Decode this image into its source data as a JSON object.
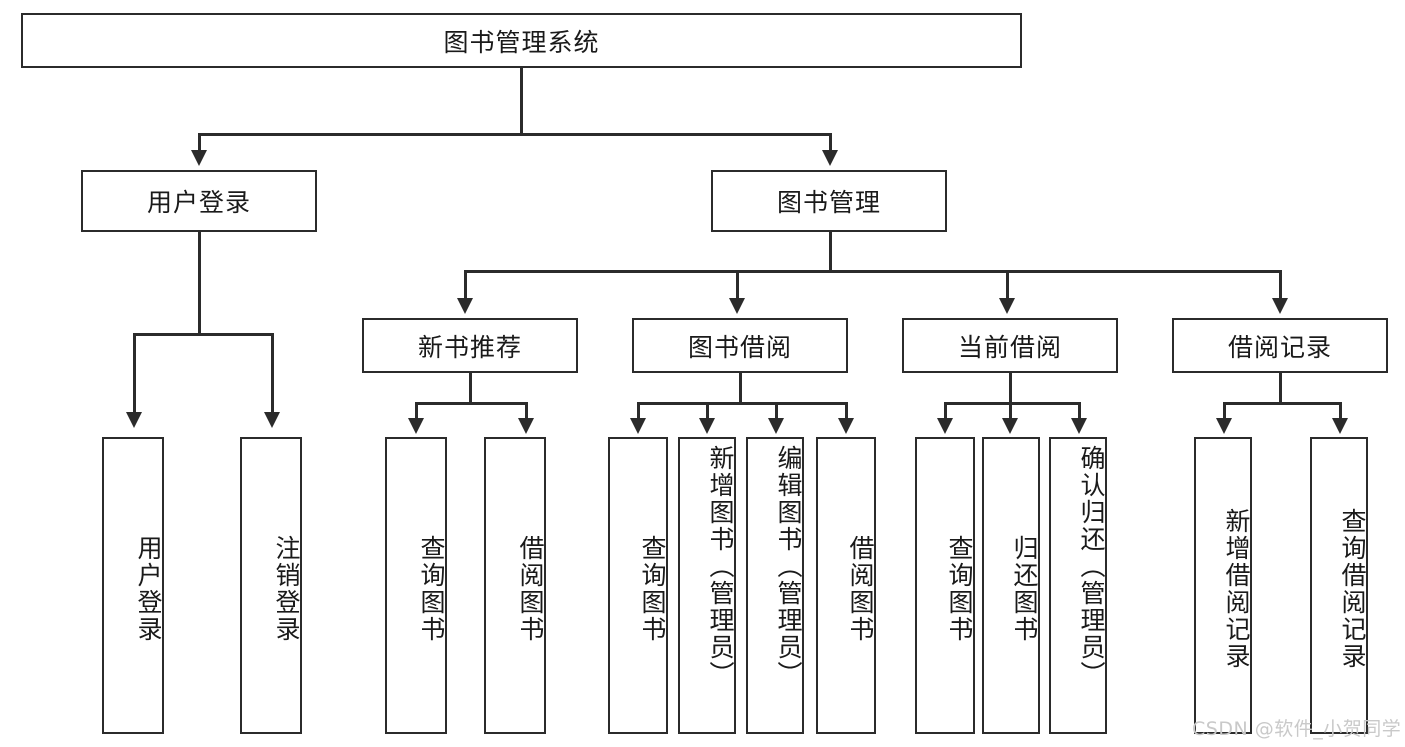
{
  "diagram": {
    "type": "tree",
    "title": "图书管理系统",
    "root": {
      "label": "图书管理系统"
    },
    "level1": [
      {
        "label": "用户登录"
      },
      {
        "label": "图书管理"
      }
    ],
    "level2": [
      {
        "label": "新书推荐"
      },
      {
        "label": "图书借阅"
      },
      {
        "label": "当前借阅"
      },
      {
        "label": "借阅记录"
      }
    ],
    "leaves": {
      "user_login": [
        {
          "label": "用户登录"
        },
        {
          "label": "注销登录"
        }
      ],
      "new_book_recommend": [
        {
          "label": "查询图书"
        },
        {
          "label": "借阅图书"
        }
      ],
      "book_borrow": [
        {
          "label": "查询图书"
        },
        {
          "label": "新增图书（管理员）"
        },
        {
          "label": "编辑图书（管理员）"
        },
        {
          "label": "借阅图书"
        }
      ],
      "current_borrow": [
        {
          "label": "查询图书"
        },
        {
          "label": "归还图书"
        },
        {
          "label": "确认归还（管理员）"
        }
      ],
      "borrow_record": [
        {
          "label": "新增借阅记录"
        },
        {
          "label": "查询借阅记录"
        }
      ]
    }
  },
  "watermark": {
    "text": "CSDN @软件_小贺同学"
  },
  "colors": {
    "border": "#2b2b2b",
    "text": "#1a1a1a",
    "background": "#ffffff",
    "watermark": "#c9c9c9"
  }
}
